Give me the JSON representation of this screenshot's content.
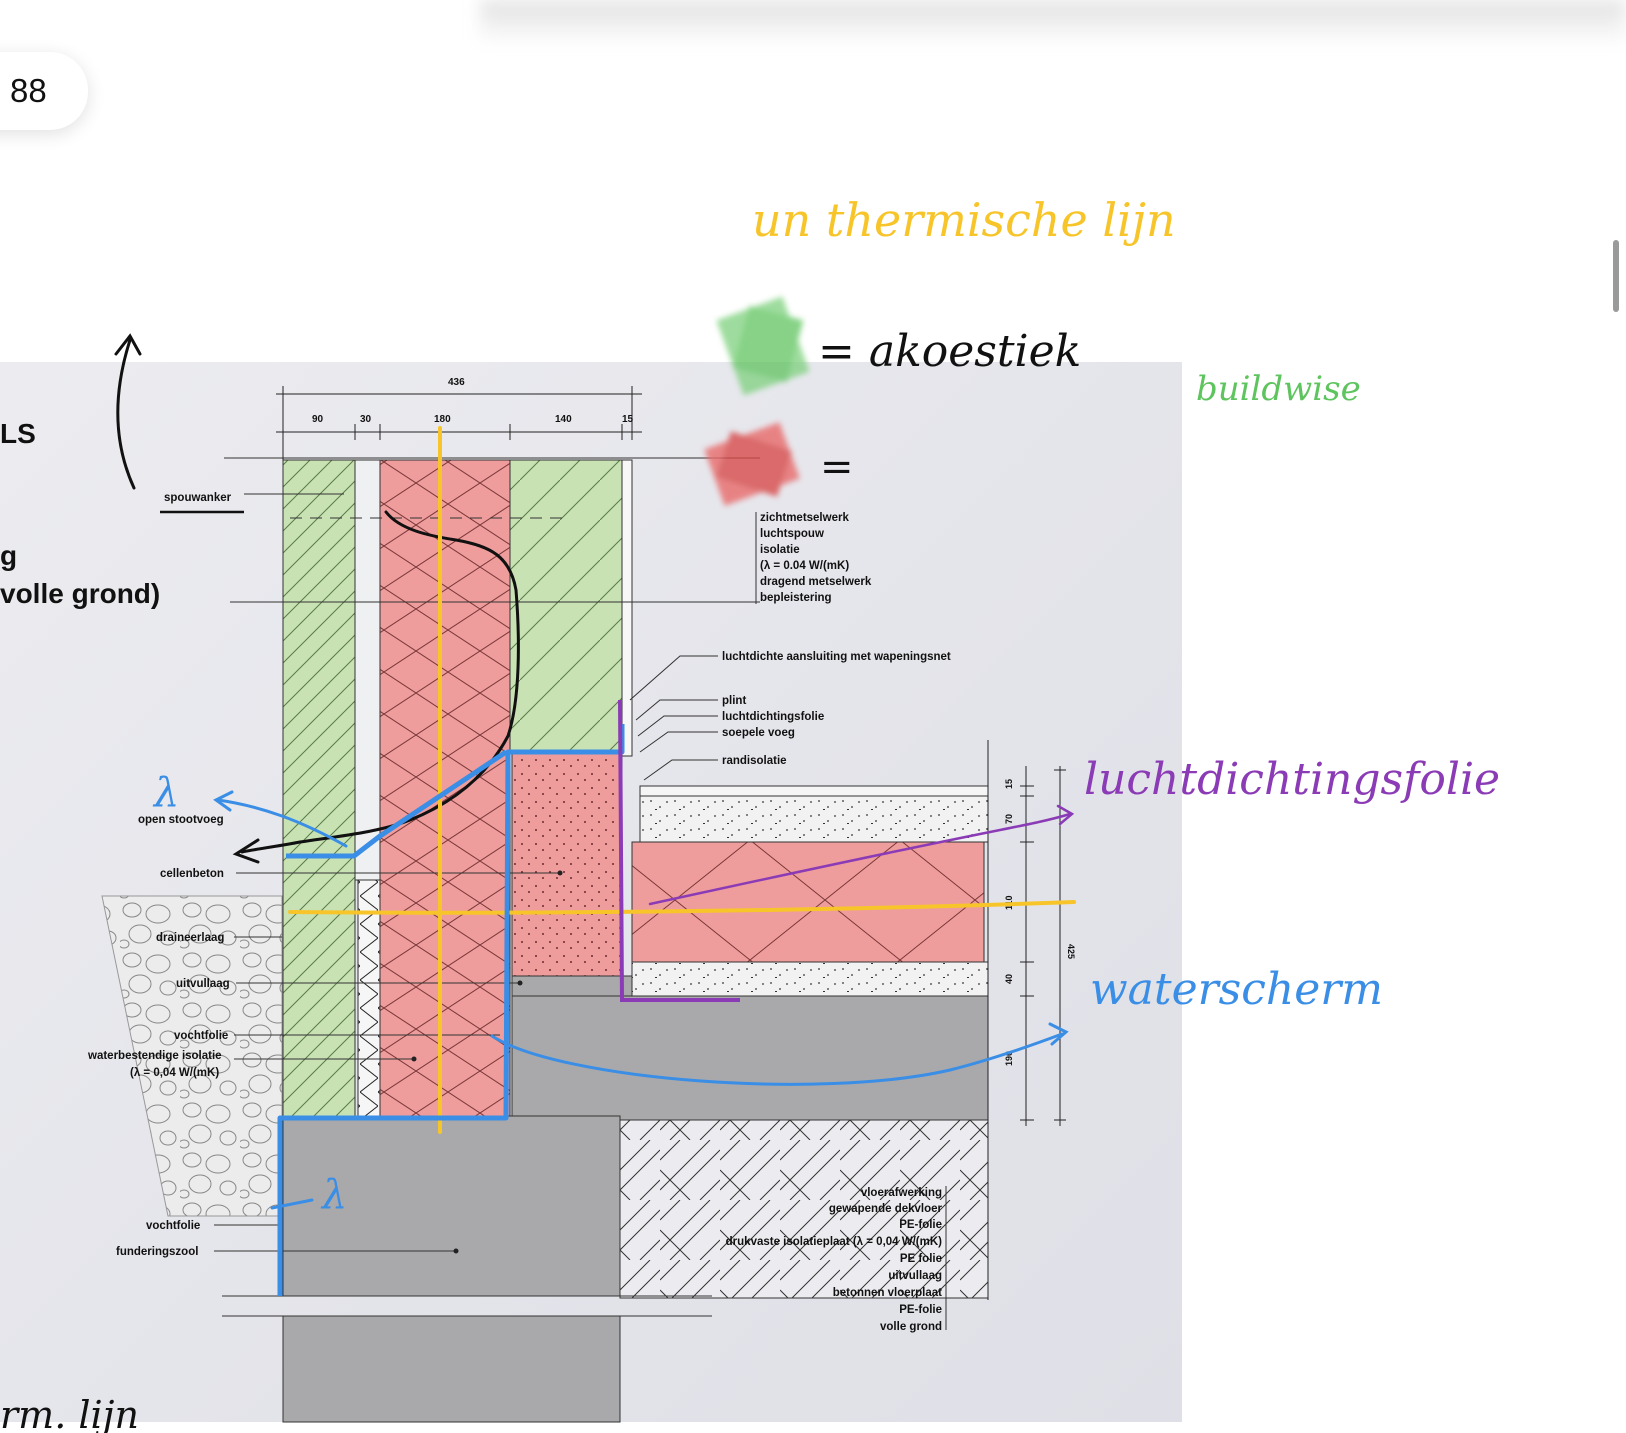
{
  "page_number": "88",
  "heading_fragments": {
    "ls": "LS",
    "g": "g",
    "volle_grond": "volle grond)"
  },
  "dimensions": {
    "total": "436",
    "parts": [
      "90",
      "30",
      "180",
      "140",
      "15"
    ],
    "right_stack": [
      "15",
      "70",
      "110",
      "40",
      "190"
    ],
    "right_total": "425"
  },
  "labels_left": {
    "spouwanker": "spouwanker",
    "open_stootvoeg": "open stootvoeg",
    "cellenbeton": "cellenbeton",
    "draineerlaag": "draineerlaag",
    "uitvullaag": "uitvullaag",
    "vochtfolie": "vochtfolie",
    "waterbestendige_isolatie_1": "waterbestendige isolatie",
    "waterbestendige_isolatie_2": "(λ = 0,04 W/(mK)",
    "vochtfolie_2": "vochtfolie",
    "funderingszool": "funderingszool"
  },
  "labels_wall": [
    "zichtmetselwerk",
    "luchtspouw",
    "isolatie",
    "(λ = 0.04 W/(mK)",
    "dragend metselwerk",
    "bepleistering"
  ],
  "labels_mid": {
    "luchtdicht": "luchtdichte aansluiting met wapeningsnet",
    "plint": "plint",
    "luchtdichtingsfolie": "luchtdichtingsfolie",
    "soepele_voeg": "soepele voeg",
    "randisolatie": "randisolatie"
  },
  "labels_floor": [
    "vloerafwerking",
    "gewapende dekvloer",
    "PE-folie",
    "drukvaste isolatieplaat (λ = 0,04 W/(mK)",
    "PE folie",
    "uitvullaag",
    "betonnen vloerplaat",
    "PE-folie",
    "volle grond"
  ],
  "annotations": {
    "thermal_line": "un thermische lijn",
    "green_legend": "= akoestiek",
    "red_legend": "=",
    "buildwise": "buildwise",
    "luchtdichtingsfolie": "luchtdichtingsfolie",
    "waterscherm": "waterscherm",
    "lambda_top": "λ",
    "lambda_bottom": "λ",
    "bottom_left": "rm. lijn"
  },
  "colors": {
    "green_fill": "#c8e2b4",
    "red_fill": "#ef9c9c",
    "grey_fill": "#a9a9ab",
    "yellow": "#f7c52a",
    "blue": "#3a8ee6",
    "purple": "#8a3bb5",
    "green_ink": "#5ec45e"
  }
}
